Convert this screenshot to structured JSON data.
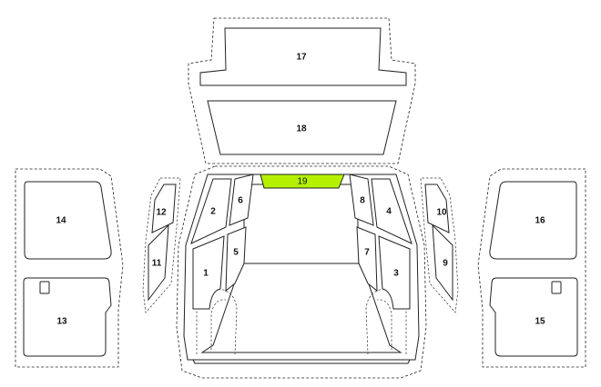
{
  "highlight_color": "#b4f000",
  "stroke_color": "#222222",
  "panels": {
    "p1": "1",
    "p2": "2",
    "p3": "3",
    "p4": "4",
    "p5": "5",
    "p6": "6",
    "p7": "7",
    "p8": "8",
    "p9": "9",
    "p10": "10",
    "p11": "11",
    "p12": "12",
    "p13": "13",
    "p14": "14",
    "p15": "15",
    "p16": "16",
    "p17": "17",
    "p18": "18",
    "p19": "19"
  },
  "selected_panel": "19"
}
